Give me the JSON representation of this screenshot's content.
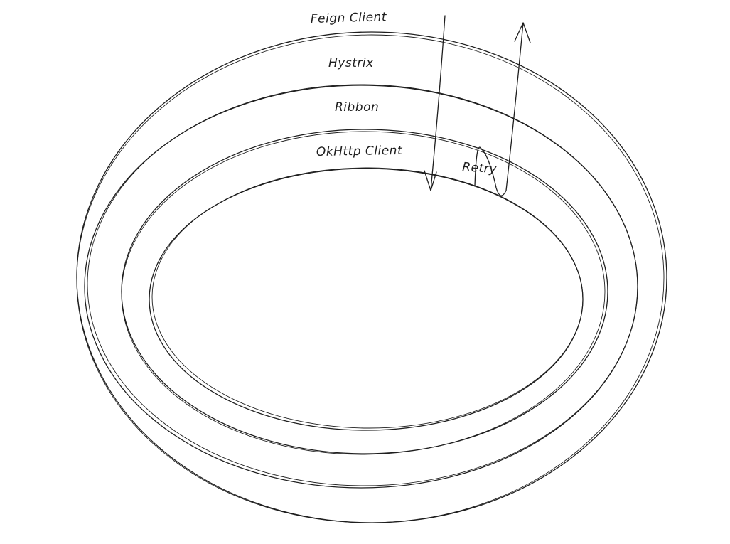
{
  "diagram": {
    "layers": [
      {
        "id": "feign-client",
        "label": "Feign Client"
      },
      {
        "id": "hystrix",
        "label": "Hystrix"
      },
      {
        "id": "ribbon",
        "label": "Ribbon"
      },
      {
        "id": "okhttp-client",
        "label": "OkHttp Client"
      }
    ],
    "retry_label": "Retry",
    "stroke_color": "#1e1e1e",
    "background_color": "#ffffff"
  }
}
